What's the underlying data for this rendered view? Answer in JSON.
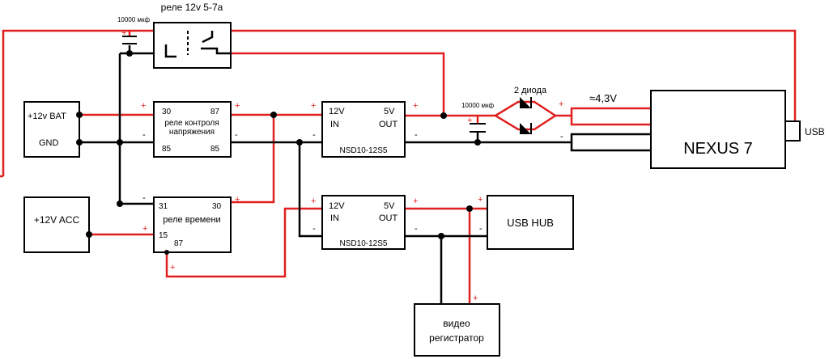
{
  "colors": {
    "wire_positive": "#e0201e",
    "wire_negative": "#000000",
    "background": "#ffffff"
  },
  "labels": {
    "relay_title": "реле 12v 5-7a",
    "cap1": "10000 мкф",
    "cap2": "10000 мкф",
    "bat": "+12v BAT",
    "gnd": "GND",
    "acc": "+12V ACC",
    "vrelay_l1": "реле контроля",
    "vrelay_l2": "напряжения",
    "vr30": "30",
    "vr87": "87",
    "vr85a": "85",
    "vr85b": "85",
    "trelay": "реле времени",
    "tr31": "31",
    "tr30": "30",
    "tr15": "15",
    "tr87": "87",
    "c1_12v": "12V",
    "c1_in": "IN",
    "c1_5v": "5V",
    "c1_out": "OUT",
    "c1_name": "NSD10-12S5",
    "c2_12v": "12V",
    "c2_in": "IN",
    "c2_5v": "5V",
    "c2_out": "OUT",
    "c2_name": "NSD10-12S5",
    "diodes": "2 диода",
    "voltage": "≈4,3V",
    "nexus": "NEXUS 7",
    "usb": "USB",
    "hub": "USB HUB",
    "dvr_l1": "видео",
    "dvr_l2": "регистратор",
    "plus": "+",
    "minus": "-"
  }
}
